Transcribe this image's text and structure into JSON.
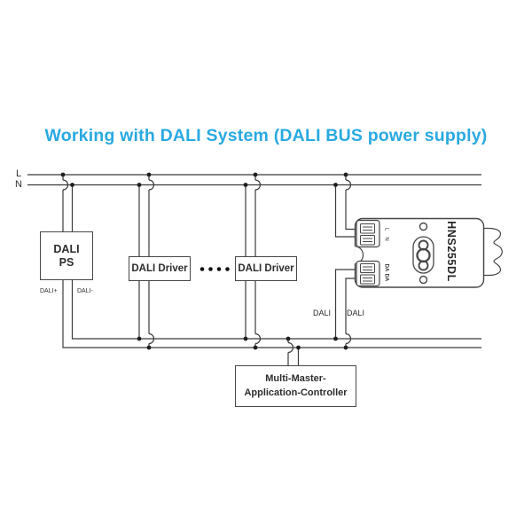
{
  "title": "Working with DALI System (DALI BUS power supply)",
  "mains": {
    "live_label": "L",
    "neutral_label": "N"
  },
  "dali_ps": {
    "name_line1": "DALI",
    "name_line2": "PS",
    "output_plus_label": "DALI+",
    "output_minus_label": "DALI-"
  },
  "drivers": [
    {
      "label": "DALI Driver"
    },
    {
      "label": "DALI Driver"
    }
  ],
  "bus": {
    "label_left": "DALI",
    "label_right": "DALI"
  },
  "controller": {
    "name_line1": "Multi-Master-",
    "name_line2": "Application-Controller"
  },
  "sensor": {
    "model": "HNS255DL",
    "terminal_l": "L",
    "terminal_n": "N",
    "terminal_da1": "DA",
    "terminal_da2": "DA"
  },
  "colors": {
    "title_accent": "#29a9e1",
    "wire": "#3b3b3b",
    "text": "#2d2d2d"
  }
}
